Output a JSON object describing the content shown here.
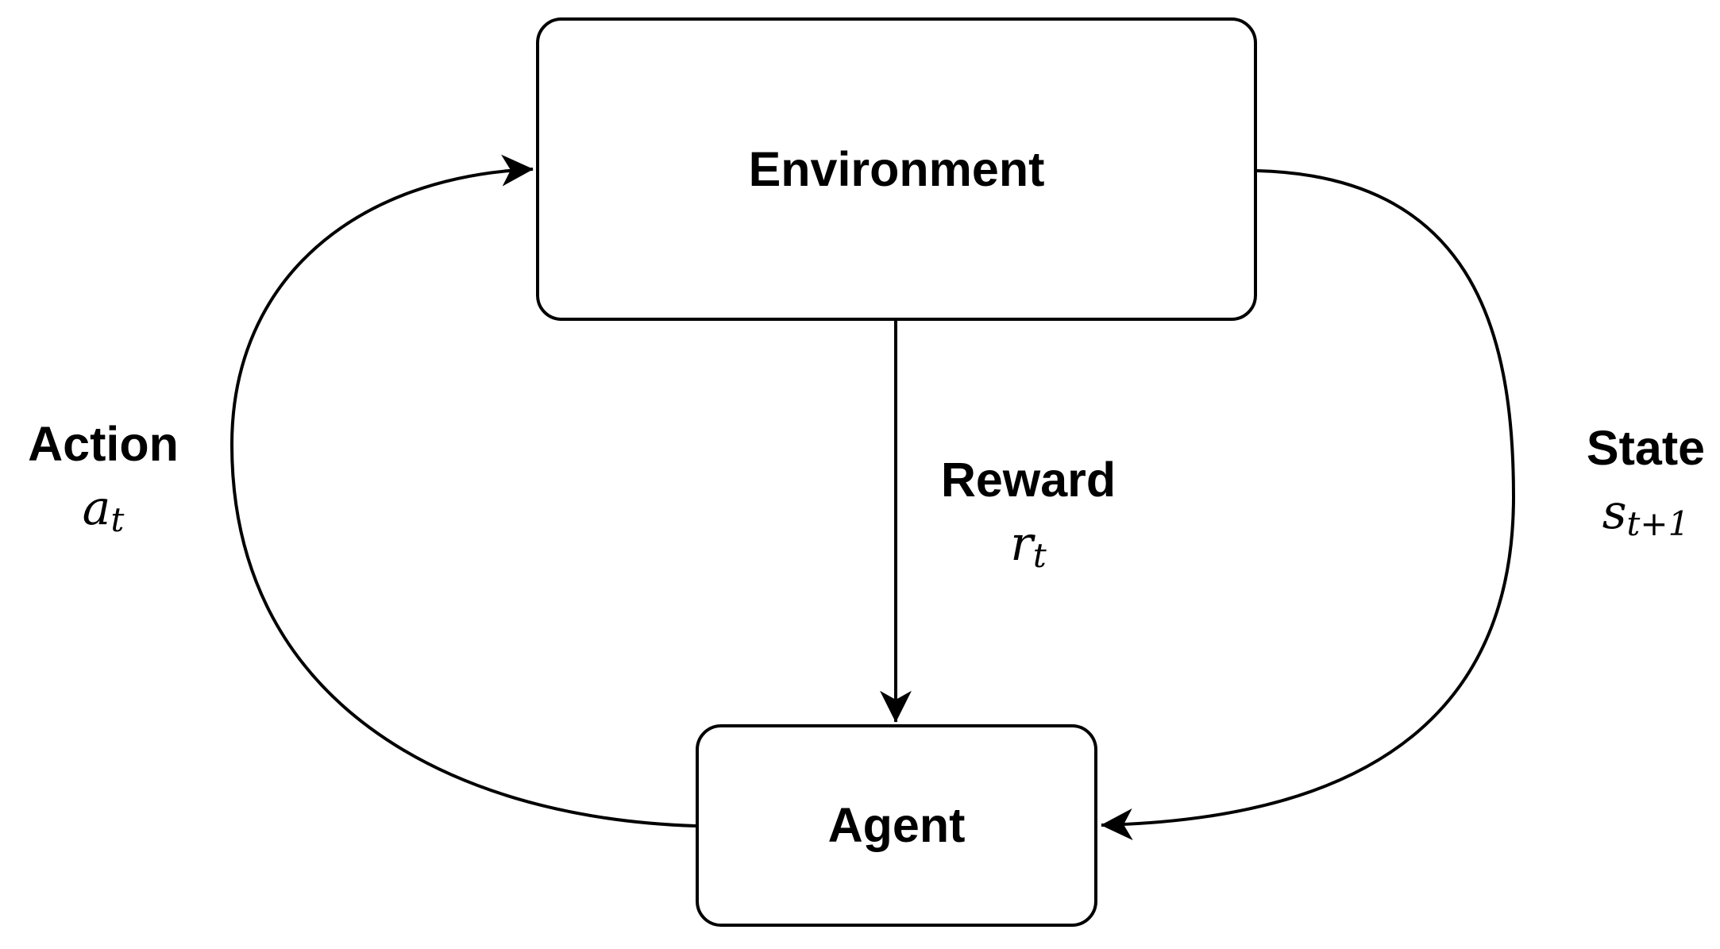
{
  "diagram": {
    "type": "reinforcement-learning-loop",
    "background_color": "#ffffff",
    "stroke_color": "#000000",
    "nodes": [
      {
        "id": "environment",
        "label": "Environment"
      },
      {
        "id": "agent",
        "label": "Agent"
      }
    ],
    "edges": [
      {
        "id": "action",
        "label": "Action",
        "symbol": "a",
        "subscript": "t",
        "from": "agent",
        "to": "environment"
      },
      {
        "id": "reward",
        "label": "Reward",
        "symbol": "r",
        "subscript": "t",
        "from": "environment",
        "to": "agent"
      },
      {
        "id": "state",
        "label": "State",
        "symbol": "s",
        "subscript": "t+1",
        "from": "environment",
        "to": "agent"
      }
    ]
  }
}
